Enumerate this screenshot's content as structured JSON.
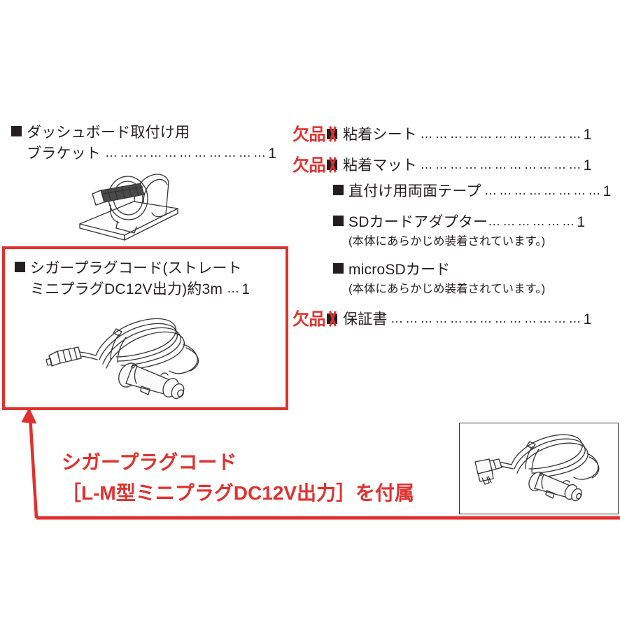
{
  "colors": {
    "red": "#e0312e",
    "ink": "#231f20",
    "inset_border": "#3a3a3a"
  },
  "left_column": {
    "bracket_item": {
      "bullet": "black-square-bullet",
      "line1": "ダッシュボード取付け用",
      "line2": "ブラケット",
      "leader": "……………………………",
      "qty": "1"
    },
    "illustration_name": "dashboard-mount-bracket-illustration"
  },
  "highlight_box": {
    "cord_item": {
      "bullet": "black-square-bullet",
      "line1": "シガープラグコード(ストレート",
      "line2": "ミニプラグDC12V出力)約3m",
      "leader": "…",
      "qty": "1"
    },
    "illustration_name": "cigarette-plug-cord-straight-illustration"
  },
  "right_column": {
    "rows": [
      {
        "missing_label": "欠品",
        "crossed": true,
        "label": "粘着シート",
        "leader": "……………………………",
        "qty": "1",
        "indent": false
      },
      {
        "missing_label": "欠品",
        "crossed": true,
        "label": "粘着マット",
        "leader": "……………………………",
        "qty": "1",
        "indent": false
      },
      {
        "missing_label": "",
        "crossed": false,
        "label": "直付け用両面テープ",
        "leader": "……………………",
        "qty": "1",
        "indent": true
      },
      {
        "missing_label": "",
        "crossed": false,
        "label": "SDカードアダプター",
        "leader": "………………",
        "qty": "1",
        "indent": true,
        "note": "(本体にあらかじめ装着されています。)"
      },
      {
        "missing_label": "",
        "crossed": false,
        "label": "microSDカード",
        "leader": "",
        "qty": "",
        "indent": true,
        "note": "(本体にあらかじめ装着されています。)"
      },
      {
        "missing_label": "欠品",
        "crossed": true,
        "label": "保証書",
        "leader": "…………………………………",
        "qty": "1",
        "indent": false
      }
    ]
  },
  "annotation": {
    "line1": "シガープラグコード",
    "line2": "［L-M型ミニプラグDC12V出力］を付属",
    "arrow_name": "red-callout-arrow"
  },
  "inset": {
    "illustration_name": "l-shaped-mini-plug-cord-illustration"
  }
}
